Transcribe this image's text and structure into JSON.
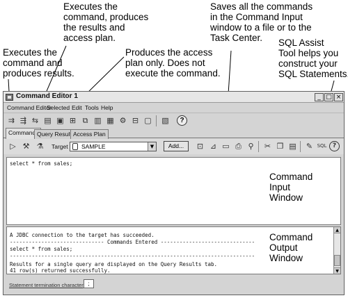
{
  "callouts": {
    "run": "Executes the\ncommand and\nproduces results.",
    "run_explain": "Executes the\ncommand, produces\nthe results and\naccess plan.",
    "explain": "Produces the access\nplan only. Does not\nexecute the command.",
    "save": "Saves all the commands\nin the Command Input\nwindow to a file or to the\nTask Center.",
    "sql_assist": "SQL Assist\nTool helps you\nconstruct your\nSQL Statements.",
    "input_window": "Command\nInput\nWindow",
    "output_window": "Command\nOutput\nWindow"
  },
  "window": {
    "title": "Command Editor 1",
    "controls": {
      "minimize": "_",
      "maximize": "□",
      "close": "×"
    }
  },
  "menu": [
    "Command Editor",
    "Selected",
    "Edit",
    "Tools",
    "Help"
  ],
  "tabs": [
    "Commands",
    "Query Results",
    "Access Plan"
  ],
  "target": {
    "label": "Target",
    "value": "SAMPLE",
    "add_button": "Add..."
  },
  "command_input": "select * from sales;",
  "command_output": [
    "A JDBC connection to the target has succeeded.",
    "------------------------------ Commands Entered ------------------------------",
    "select * from sales;",
    "------------------------------------------------------------------------------",
    "Results for a single query are displayed on the Query Results tab.",
    "41 row(s) returned successfully."
  ],
  "statement_termination": {
    "label": "Statement termination character",
    "value": ";"
  },
  "icons": {
    "toolbar1": [
      "run-icon",
      "run-explain-icon",
      "explain-icon",
      "save-icon",
      "open-icon",
      "history-icon",
      "task-icon",
      "copy-icon",
      "paste-icon",
      "tools-icon",
      "monitor-icon",
      "window-icon",
      "help-icon"
    ],
    "toolbar2_left": [
      "run-icon",
      "run-explain-icon",
      "explain-icon"
    ],
    "toolbar2_right": [
      "clear-icon",
      "open-file-icon",
      "save-icon",
      "print-icon",
      "find-icon",
      "cut-icon",
      "copy-icon",
      "paste-icon",
      "sql-assist-icon",
      "sql-icon",
      "help-icon"
    ]
  }
}
